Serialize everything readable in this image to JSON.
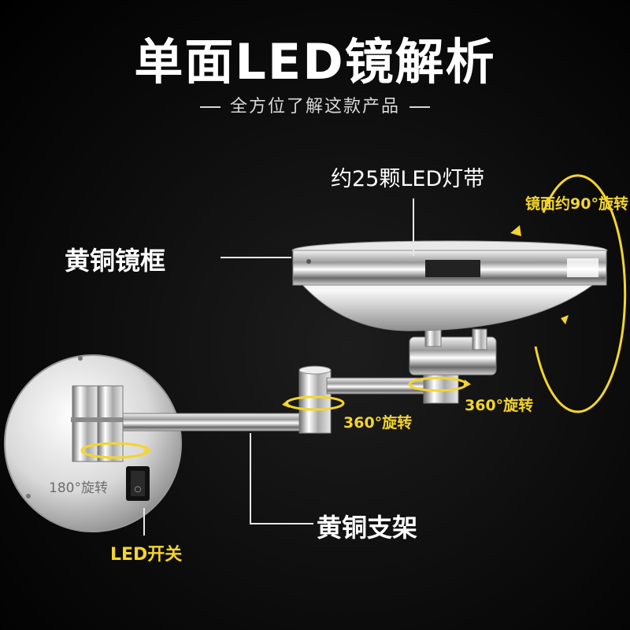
{
  "title": "单面LED镜解析",
  "subtitle": "全方位了解这款产品",
  "labels": {
    "led_strip": "约25颗LED灯带",
    "mirror_rotation": "镜面约90°旋转",
    "brass_frame": "黄铜镜框",
    "joint_rotation_right": "360°旋转",
    "joint_rotation_left": "360°旋转",
    "plate_rotation": "180°旋转",
    "brass_bracket": "黄铜支架",
    "led_switch": "LED开关"
  },
  "colors": {
    "background": "#000000",
    "title": "#ffffff",
    "accent": "#f4d52c",
    "callout_line": "#e6e6e6"
  }
}
